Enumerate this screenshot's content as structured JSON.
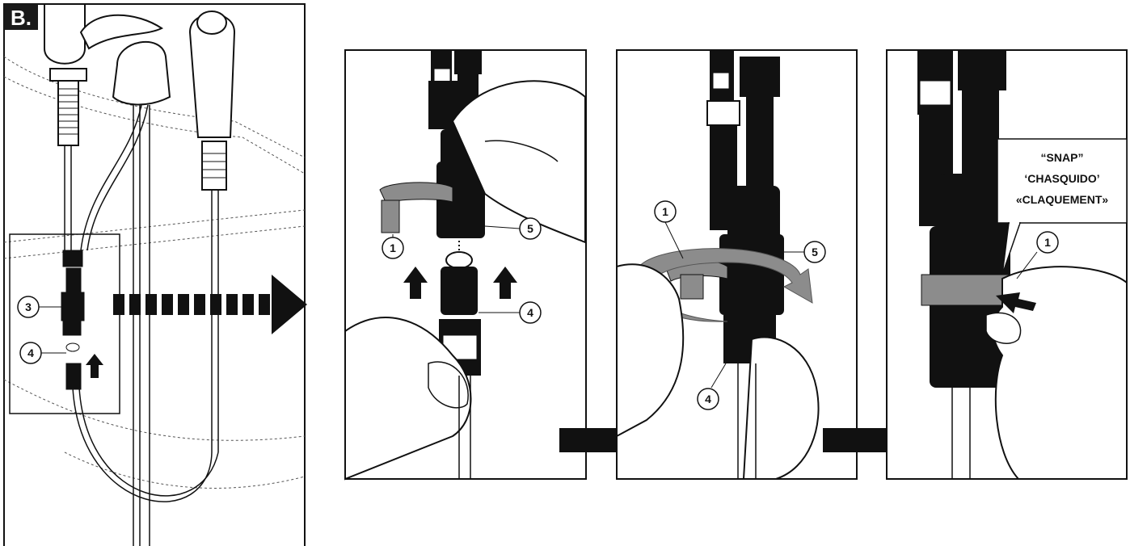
{
  "step_badge": "B.",
  "callouts": {
    "overview_3": "3",
    "overview_4": "4",
    "panel1_1": "1",
    "panel1_5": "5",
    "panel1_4": "4",
    "panel2_1": "1",
    "panel2_5": "5",
    "panel2_4": "4",
    "panel3_1": "1"
  },
  "snap_text": {
    "line1": "“SNAP”",
    "line2": "‘CHASQUIDO’",
    "line3": "«CLAQUEMENT»"
  },
  "colors": {
    "ink": "#111111",
    "clip_gray": "#8c8c8c",
    "badge_bg": "#1a1a1a"
  }
}
